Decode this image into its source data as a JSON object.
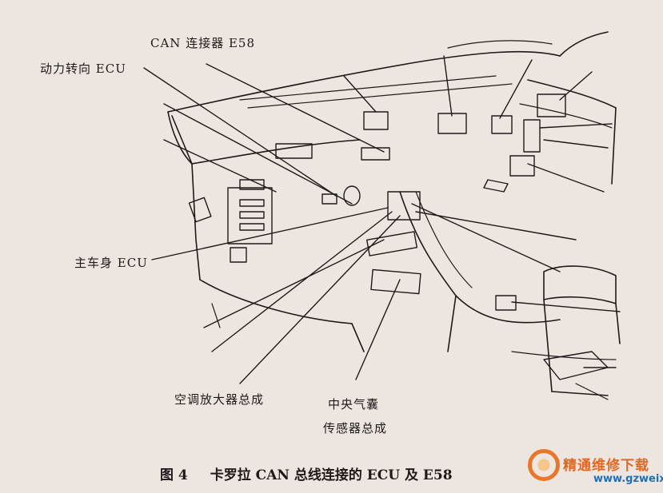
{
  "labels": {
    "can_connector": "CAN 连接器 E58",
    "power_steering_ecu": "动力转向 ECU",
    "main_body_ecu": "主车身 ECU",
    "ac_amplifier": "空调放大器总成",
    "airbag_sensor_line1": "中央气囊",
    "airbag_sensor_line2": "传感器总成"
  },
  "caption": {
    "figure_number": "图 4",
    "text": "卡罗拉 CAN 总线连接的 ECU 及 E58"
  },
  "watermark": {
    "title": "精通维修下载",
    "url": "www.gzweix.com",
    "brand_color": "#e4661f",
    "url_color": "#1f6fb5"
  },
  "colors": {
    "ink": "#1e1a1a",
    "paper": "#ede6e0"
  }
}
